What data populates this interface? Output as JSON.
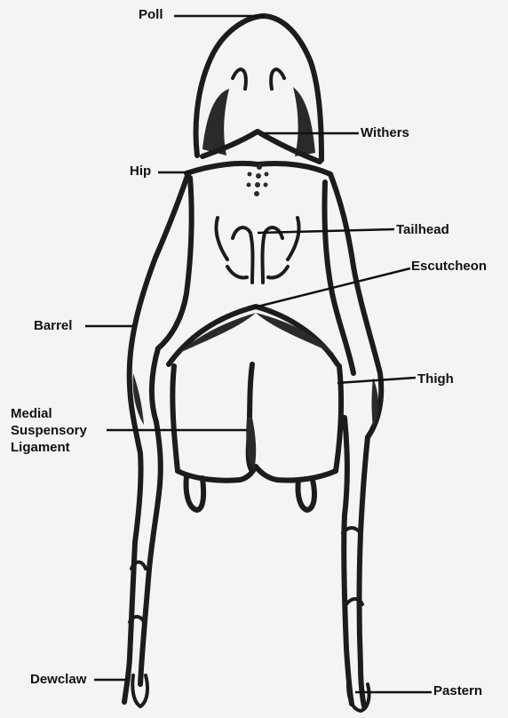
{
  "labels": {
    "poll": "Poll",
    "withers": "Withers",
    "hip": "Hip",
    "tailhead": "Tailhead",
    "escutcheon": "Escutcheon",
    "barrel": "Barrel",
    "thigh": "Thigh",
    "medial_line1": "Medial",
    "medial_line2": "Suspensory",
    "medial_line3": "Ligament",
    "dewclaw": "Dewclaw",
    "pastern": "Pastern"
  },
  "colors": {
    "ink": "#1c1c1c",
    "paper": "#f4f4f2"
  }
}
